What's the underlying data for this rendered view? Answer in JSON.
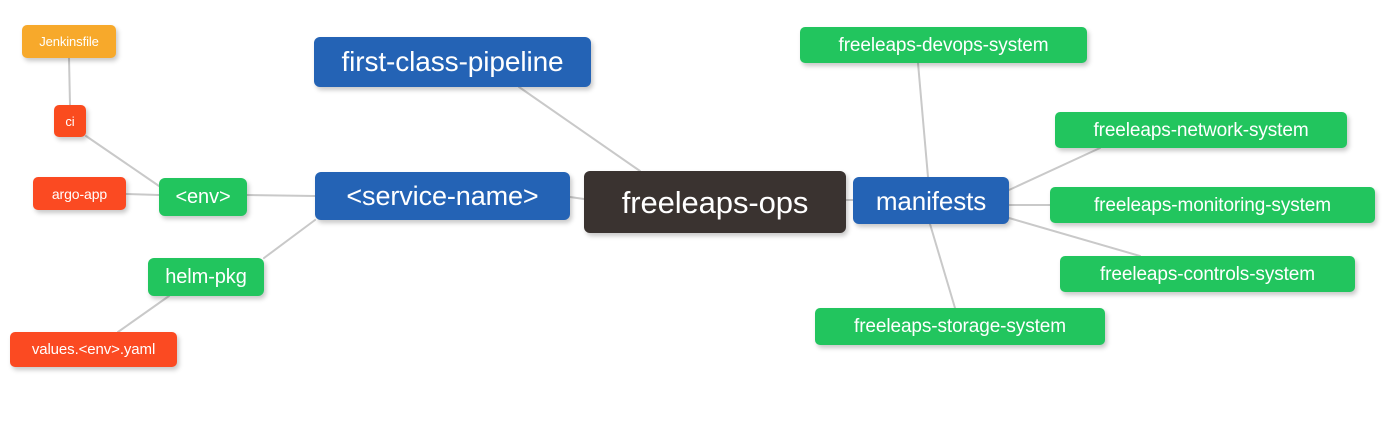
{
  "diagram": {
    "type": "mindmap",
    "title": "freeleaps-ops",
    "background_color": "#ffffff",
    "edge_color": "#c9c9c9",
    "palette": {
      "root": "#3A3330",
      "blue": "#2463B5",
      "green": "#22C55E",
      "orange": "#F7A92B",
      "red_orange": "#FB4A22"
    }
  },
  "nodes": {
    "root": {
      "label": "freeleaps-ops",
      "color": "#3A3330"
    },
    "first_class_pipeline": {
      "label": "first-class-pipeline",
      "color": "#2463B5"
    },
    "service_name": {
      "label": "<service-name>",
      "color": "#2463B5"
    },
    "env": {
      "label": "<env>",
      "color": "#22C55E"
    },
    "ci": {
      "label": "ci",
      "color": "#FA4B1E"
    },
    "jenkinsfile": {
      "label": "Jenkinsfile",
      "color": "#F7A92B"
    },
    "argo_app": {
      "label": "argo-app",
      "color": "#FB4A22"
    },
    "helm_pkg": {
      "label": "helm-pkg",
      "color": "#22C55E"
    },
    "values_yaml": {
      "label": "values.<env>.yaml",
      "color": "#FB4A22"
    },
    "manifests": {
      "label": "manifests",
      "color": "#2463B5"
    },
    "devops_system": {
      "label": "freeleaps-devops-system",
      "color": "#22C55E"
    },
    "network_system": {
      "label": "freeleaps-network-system",
      "color": "#22C55E"
    },
    "monitoring_system": {
      "label": "freeleaps-monitoring-system",
      "color": "#22C55E"
    },
    "controls_system": {
      "label": "freeleaps-controls-system",
      "color": "#22C55E"
    },
    "storage_system": {
      "label": "freeleaps-storage-system",
      "color": "#22C55E"
    }
  },
  "edges": [
    {
      "from": "root",
      "to": "first_class_pipeline"
    },
    {
      "from": "root",
      "to": "service_name"
    },
    {
      "from": "root",
      "to": "manifests"
    },
    {
      "from": "service_name",
      "to": "env"
    },
    {
      "from": "service_name",
      "to": "helm_pkg"
    },
    {
      "from": "env",
      "to": "ci"
    },
    {
      "from": "env",
      "to": "argo_app"
    },
    {
      "from": "ci",
      "to": "jenkinsfile"
    },
    {
      "from": "helm_pkg",
      "to": "values_yaml"
    },
    {
      "from": "manifests",
      "to": "devops_system"
    },
    {
      "from": "manifests",
      "to": "network_system"
    },
    {
      "from": "manifests",
      "to": "monitoring_system"
    },
    {
      "from": "manifests",
      "to": "controls_system"
    },
    {
      "from": "manifests",
      "to": "storage_system"
    }
  ]
}
